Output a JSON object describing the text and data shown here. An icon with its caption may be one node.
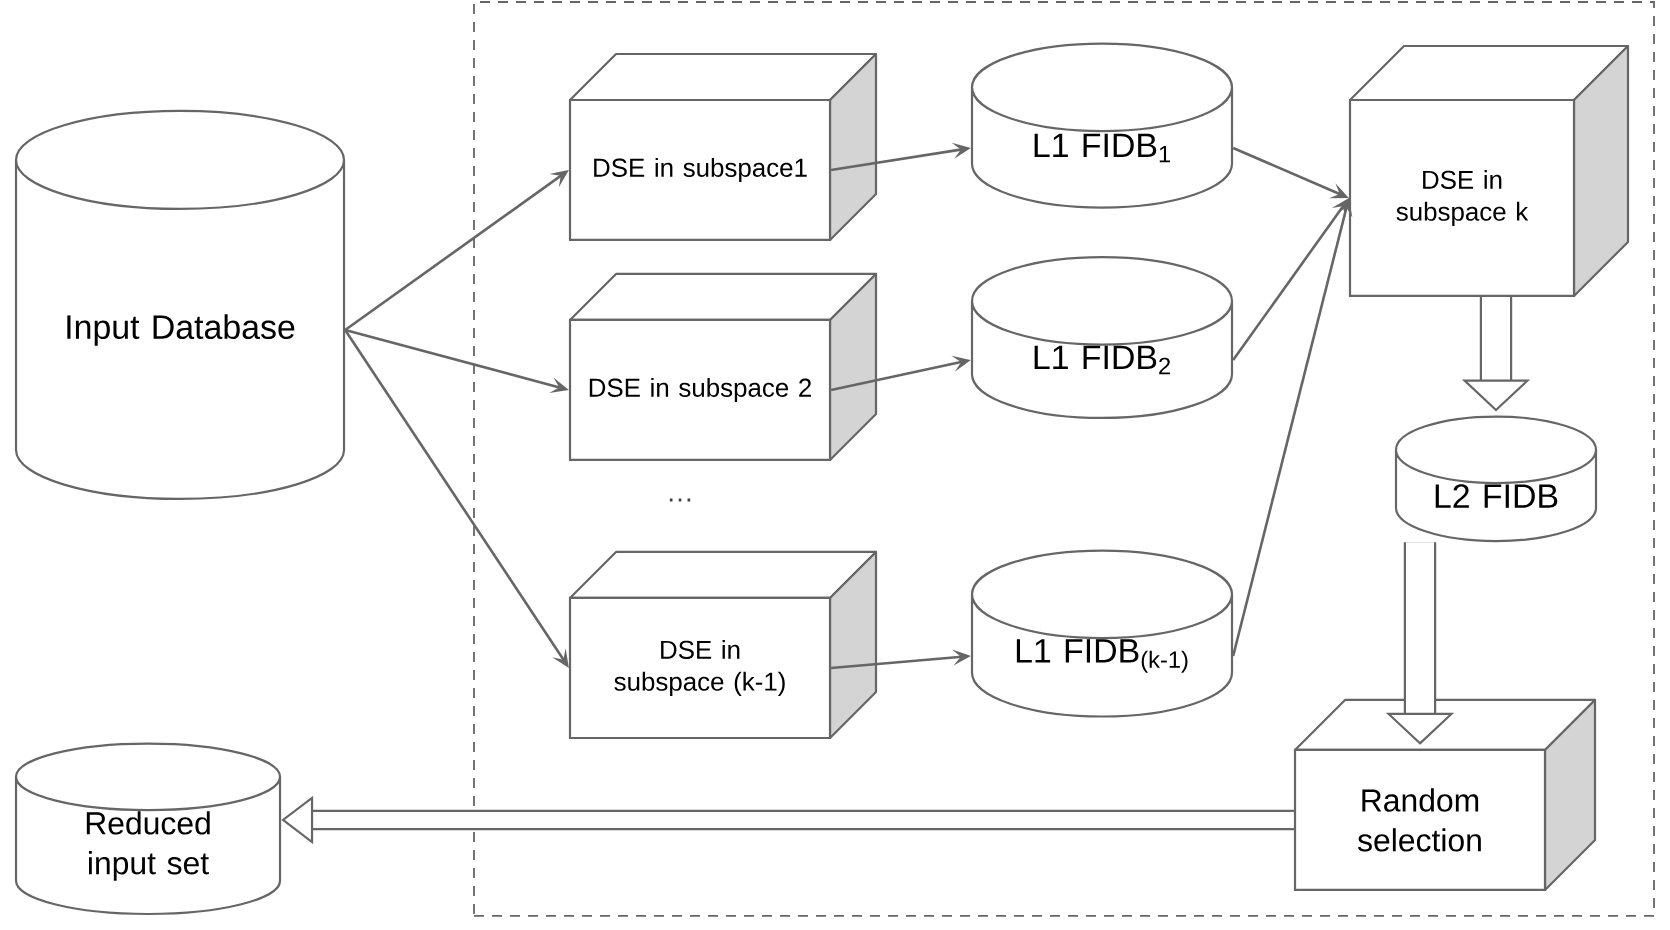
{
  "diagram": {
    "nodes": [
      {
        "text": [
          "Input Database"
        ]
      },
      {
        "text": [],
        "shape": "box"
      },
      {
        "text": [
          "DSE in subspace1"
        ],
        "in": 1
      },
      {
        "text": [
          "L1 FIDB$_{1}$"
        ],
        "in": 1
      },
      {
        "text": [
          "DSE in subspace 2"
        ],
        "in": 1
      },
      {
        "text": [
          "L1 FIDB$_{2}$"
        ],
        "in": 1
      },
      {
        "text": [
          "DSE in subspace (k-1)"
        ],
        "in": 1
      },
      {
        "text": [
          "L1 FIDB$_{(k-1)}$"
        ],
        "in": 1
      },
      {
        "text": [
          "DSE in subspace k"
        ],
        "in": 1
      },
      {
        "text": [
          "L2 FIDB"
        ],
        "in": 1
      },
      {
        "text": [
          "Random selection"
        ],
        "in": 1
      },
      {
        "text": [
          "Reduced input set"
        ]
      }
    ],
    "edges": [
      {
        "from": 0,
        "to": 2,
        "arrow": "to"
      },
      {
        "from": 0,
        "to": 4,
        "arrow": "to"
      },
      {
        "from": 0,
        "to": 6,
        "arrow": "to"
      },
      {
        "from": 2,
        "to": 3,
        "arrow": "to"
      },
      {
        "from": 4,
        "to": 5,
        "arrow": "to"
      },
      {
        "from": 6,
        "to": 7,
        "arrow": "to"
      },
      {
        "from": 3,
        "to": 8,
        "arrow": "to"
      },
      {
        "from": 5,
        "to": 8,
        "arrow": "to"
      },
      {
        "from": 7,
        "to": 8,
        "arrow": "to"
      },
      {
        "from": 8,
        "to": 9,
        "arrow": "to",
        "style": "thick"
      },
      {
        "from": 9,
        "to": 10,
        "arrow": "to",
        "style": "thick"
      },
      {
        "from": 10,
        "to": 11,
        "arrow": "to",
        "style": "thick"
      }
    ],
    "labels": [
      "…"
    ]
  }
}
